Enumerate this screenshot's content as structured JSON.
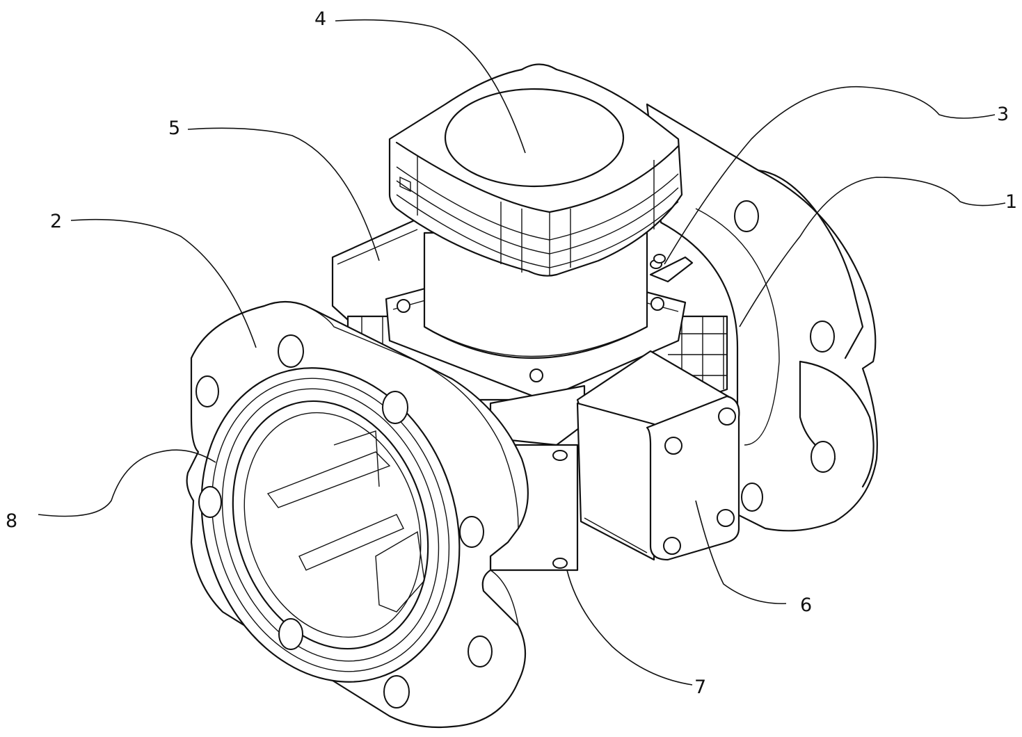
{
  "figure": {
    "callouts": [
      {
        "id": "c1",
        "label": "1"
      },
      {
        "id": "c2",
        "label": "2"
      },
      {
        "id": "c3",
        "label": "3"
      },
      {
        "id": "c4",
        "label": "4"
      },
      {
        "id": "c5",
        "label": "5"
      },
      {
        "id": "c6",
        "label": "6"
      },
      {
        "id": "c7",
        "label": "7"
      },
      {
        "id": "c8",
        "label": "8"
      }
    ]
  },
  "colors": {
    "stroke": "#111111",
    "background": "#ffffff"
  }
}
